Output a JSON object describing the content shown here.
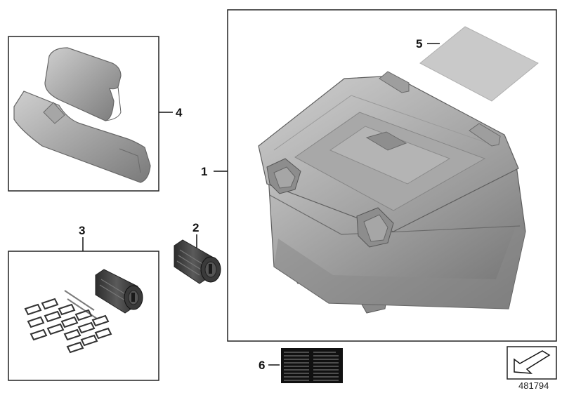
{
  "diagram": {
    "callouts": {
      "p1": "1",
      "p2": "2",
      "p3": "3",
      "p4": "4",
      "p5": "5",
      "p6": "6"
    },
    "doc_number": "481794",
    "colors": {
      "part_grey": "#9a9a9a",
      "part_dark": "#6f6f6f",
      "part_light": "#c4c4c4",
      "lock_dark": "#3c3c3c",
      "label_black": "#111111",
      "sheet_grey": "#c9c9c9"
    }
  }
}
